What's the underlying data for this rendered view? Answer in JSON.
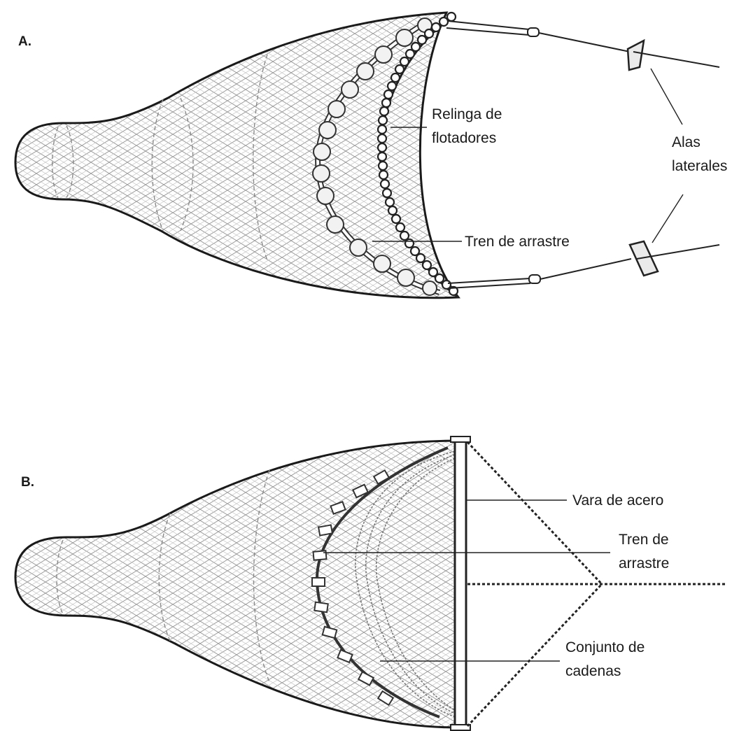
{
  "figure": {
    "panel_a": {
      "label": "A.",
      "callouts": {
        "float_line": [
          "Relinga de",
          "flotadores"
        ],
        "ground_rope": "Tren de arrastre",
        "side_wings": [
          "Alas",
          "laterales"
        ]
      }
    },
    "panel_b": {
      "label": "B.",
      "callouts": {
        "steel_beam": "Vara de acero",
        "ground_rope": [
          "Tren de",
          "arrastre"
        ],
        "chain_set": [
          "Conjunto de",
          "cadenas"
        ]
      }
    }
  }
}
